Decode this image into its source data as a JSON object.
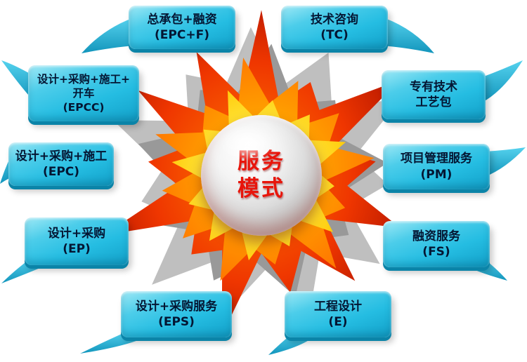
{
  "center": {
    "line1": "服务",
    "line2": "模式"
  },
  "colors": {
    "box_teal": "#25bde2",
    "box_edge": "#0b84a8",
    "flame_red": "#d42300",
    "flame_orange": "#ff8a00",
    "flame_yellow": "#ffd92e",
    "center_text": "#e8150b",
    "node_text": "#041633"
  },
  "nodes": [
    {
      "id": "epc-f",
      "lines": [
        "总承包+融资",
        "(EPC+F)"
      ]
    },
    {
      "id": "tc",
      "lines": [
        "技术咨询",
        "(TC)"
      ]
    },
    {
      "id": "epcc",
      "lines": [
        "设计+采购+施工+",
        "开车",
        "(EPCC)"
      ]
    },
    {
      "id": "tech-package",
      "lines": [
        "专有技术",
        "工艺包"
      ]
    },
    {
      "id": "epc",
      "lines": [
        "设计+采购+施工",
        "(EPC)"
      ]
    },
    {
      "id": "pm",
      "lines": [
        "项目管理服务",
        "(PM)"
      ]
    },
    {
      "id": "ep",
      "lines": [
        "设计+采购",
        "(EP)"
      ]
    },
    {
      "id": "fs",
      "lines": [
        "融资服务",
        "(FS)"
      ]
    },
    {
      "id": "eps",
      "lines": [
        "设计+采购服务",
        "(EPS)"
      ]
    },
    {
      "id": "e",
      "lines": [
        "工程设计",
        "(E)"
      ]
    }
  ]
}
